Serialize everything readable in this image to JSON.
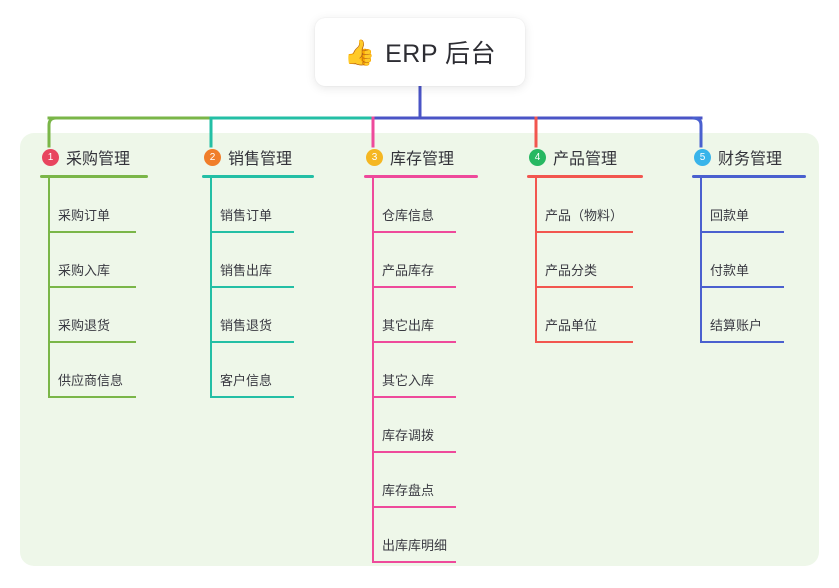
{
  "root": {
    "icon": "thumbs-up-icon",
    "emoji": "👍",
    "title": "ERP 后台"
  },
  "palette": {
    "panel_bg": "#eef7e9",
    "page_bg": "#ffffff",
    "text": "#33333a",
    "root_connector": "#4a54c6"
  },
  "columns": [
    {
      "index": "1",
      "title": "采购管理",
      "badge_color": "#e8455f",
      "line_color": "#7ab648",
      "items": [
        "采购订单",
        "采购入库",
        "采购退货",
        "供应商信息"
      ]
    },
    {
      "index": "2",
      "title": "销售管理",
      "badge_color": "#f07e2a",
      "line_color": "#23bfa5",
      "items": [
        "销售订单",
        "销售出库",
        "销售退货",
        "客户信息"
      ]
    },
    {
      "index": "3",
      "title": "库存管理",
      "badge_color": "#f5b722",
      "line_color": "#ee4a9b",
      "items": [
        "仓库信息",
        "产品库存",
        "其它出库",
        "其它入库",
        "库存调拨",
        "库存盘点",
        "出库库明细"
      ]
    },
    {
      "index": "4",
      "title": "产品管理",
      "badge_color": "#27b862",
      "line_color": "#f2564f",
      "items": [
        "产品（物料）",
        "产品分类",
        "产品单位"
      ]
    },
    {
      "index": "5",
      "title": "财务管理",
      "badge_color": "#38b4ea",
      "line_color": "#4a60cf",
      "items": [
        "回款单",
        "付款单",
        "结算账户"
      ]
    }
  ],
  "chart_data": {
    "type": "diagram",
    "subtype": "mind-map-tree",
    "title": "ERP 后台",
    "root_label": "ERP 后台",
    "branch_count": 5,
    "branches": [
      {
        "id": 1,
        "label": "采购管理",
        "children": [
          "采购订单",
          "采购入库",
          "采购退货",
          "供应商信息"
        ]
      },
      {
        "id": 2,
        "label": "销售管理",
        "children": [
          "销售订单",
          "销售出库",
          "销售退货",
          "客户信息"
        ]
      },
      {
        "id": 3,
        "label": "库存管理",
        "children": [
          "仓库信息",
          "产品库存",
          "其它出库",
          "其它入库",
          "库存调拨",
          "库存盘点",
          "出库库明细"
        ]
      },
      {
        "id": 4,
        "label": "产品管理",
        "children": [
          "产品（物料）",
          "产品分类",
          "产品单位"
        ]
      },
      {
        "id": 5,
        "label": "财务管理",
        "children": [
          "回款单",
          "付款单",
          "结算账户"
        ]
      }
    ]
  }
}
